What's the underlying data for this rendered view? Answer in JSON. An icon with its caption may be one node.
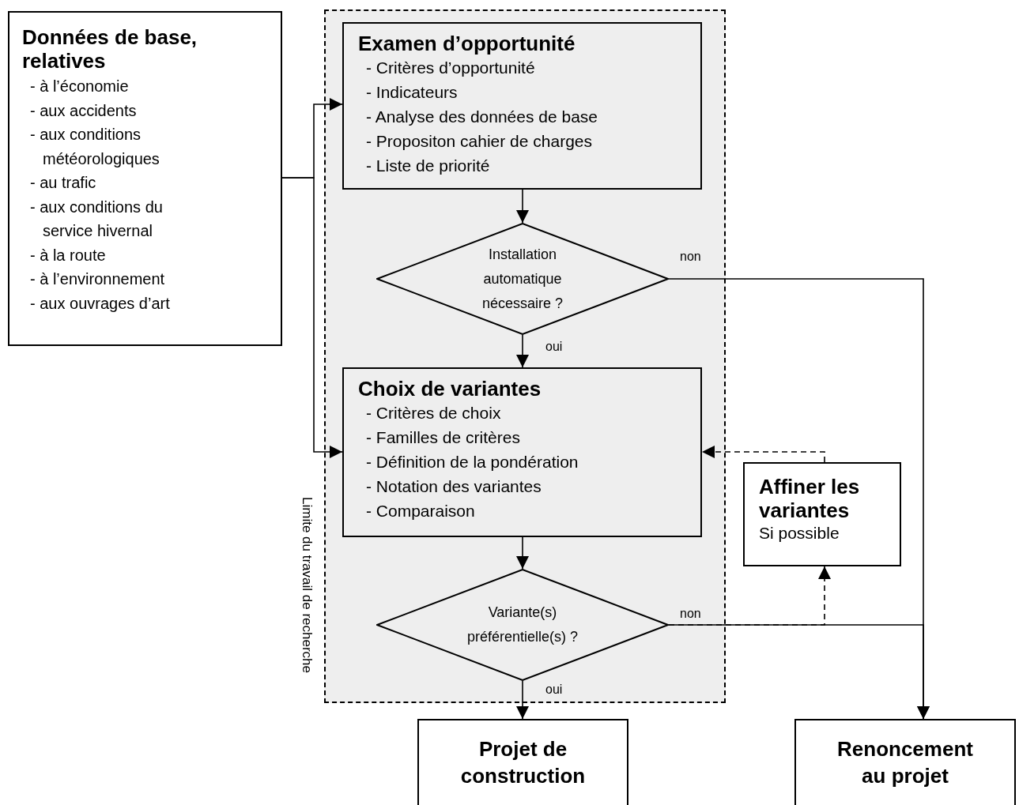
{
  "diagram": {
    "nodes": [
      {
        "text": [
          "Données de base, relatives",
          "- à l’économie",
          "- aux accidents",
          "- aux conditions météorologiques",
          "- au trafic",
          "- aux conditions du service hivernal",
          "- à la route",
          "- à l’environnement",
          "- aux ouvrages d’art"
        ]
      },
      {
        "text": [
          "Limite du travail de recherche"
        ]
      },
      {
        "text": [
          "Examen d’opportunité",
          "- Critères d’opportunité",
          "- Indicateurs",
          "- Analyse des données de base",
          "- Propositon cahier de charges",
          "- Liste de priorité"
        ],
        "in": 1
      },
      {
        "text": [
          "Installation automatique nécessaire ?"
        ],
        "in": 1
      },
      {
        "text": [
          "Choix de variantes",
          "- Critères de choix",
          "- Familles de critères",
          "- Définition de la pondération",
          "- Notation des variantes",
          "- Comparaison"
        ],
        "in": 1
      },
      {
        "text": [
          "Variante(s) préférentielle(s) ?"
        ],
        "in": 1
      },
      {
        "text": [
          "Affiner les variantes",
          "Si possible"
        ]
      },
      {
        "text": [
          "Projet de construction"
        ]
      },
      {
        "text": [
          "Renoncement au projet"
        ]
      }
    ],
    "edges": [
      {
        "from": 0,
        "to": 2,
        "arrow": "to"
      },
      {
        "from": 0,
        "to": 4,
        "arrow": "to"
      },
      {
        "from": 2,
        "to": 3,
        "arrow": "to"
      },
      {
        "from": 3,
        "to": 4,
        "arrow": "to",
        "label": "oui"
      },
      {
        "from": 3,
        "to": 8,
        "arrow": "to",
        "label": "non"
      },
      {
        "from": 4,
        "to": 5,
        "arrow": "to"
      },
      {
        "from": 5,
        "to": 7,
        "arrow": "to",
        "label": "oui"
      },
      {
        "from": 5,
        "to": 8,
        "arrow": "to",
        "label": "non"
      },
      {
        "from": 5,
        "to": 6,
        "arrow": "to",
        "style": "dashed"
      },
      {
        "from": 6,
        "to": 4,
        "arrow": "to",
        "style": "dashed"
      }
    ]
  }
}
